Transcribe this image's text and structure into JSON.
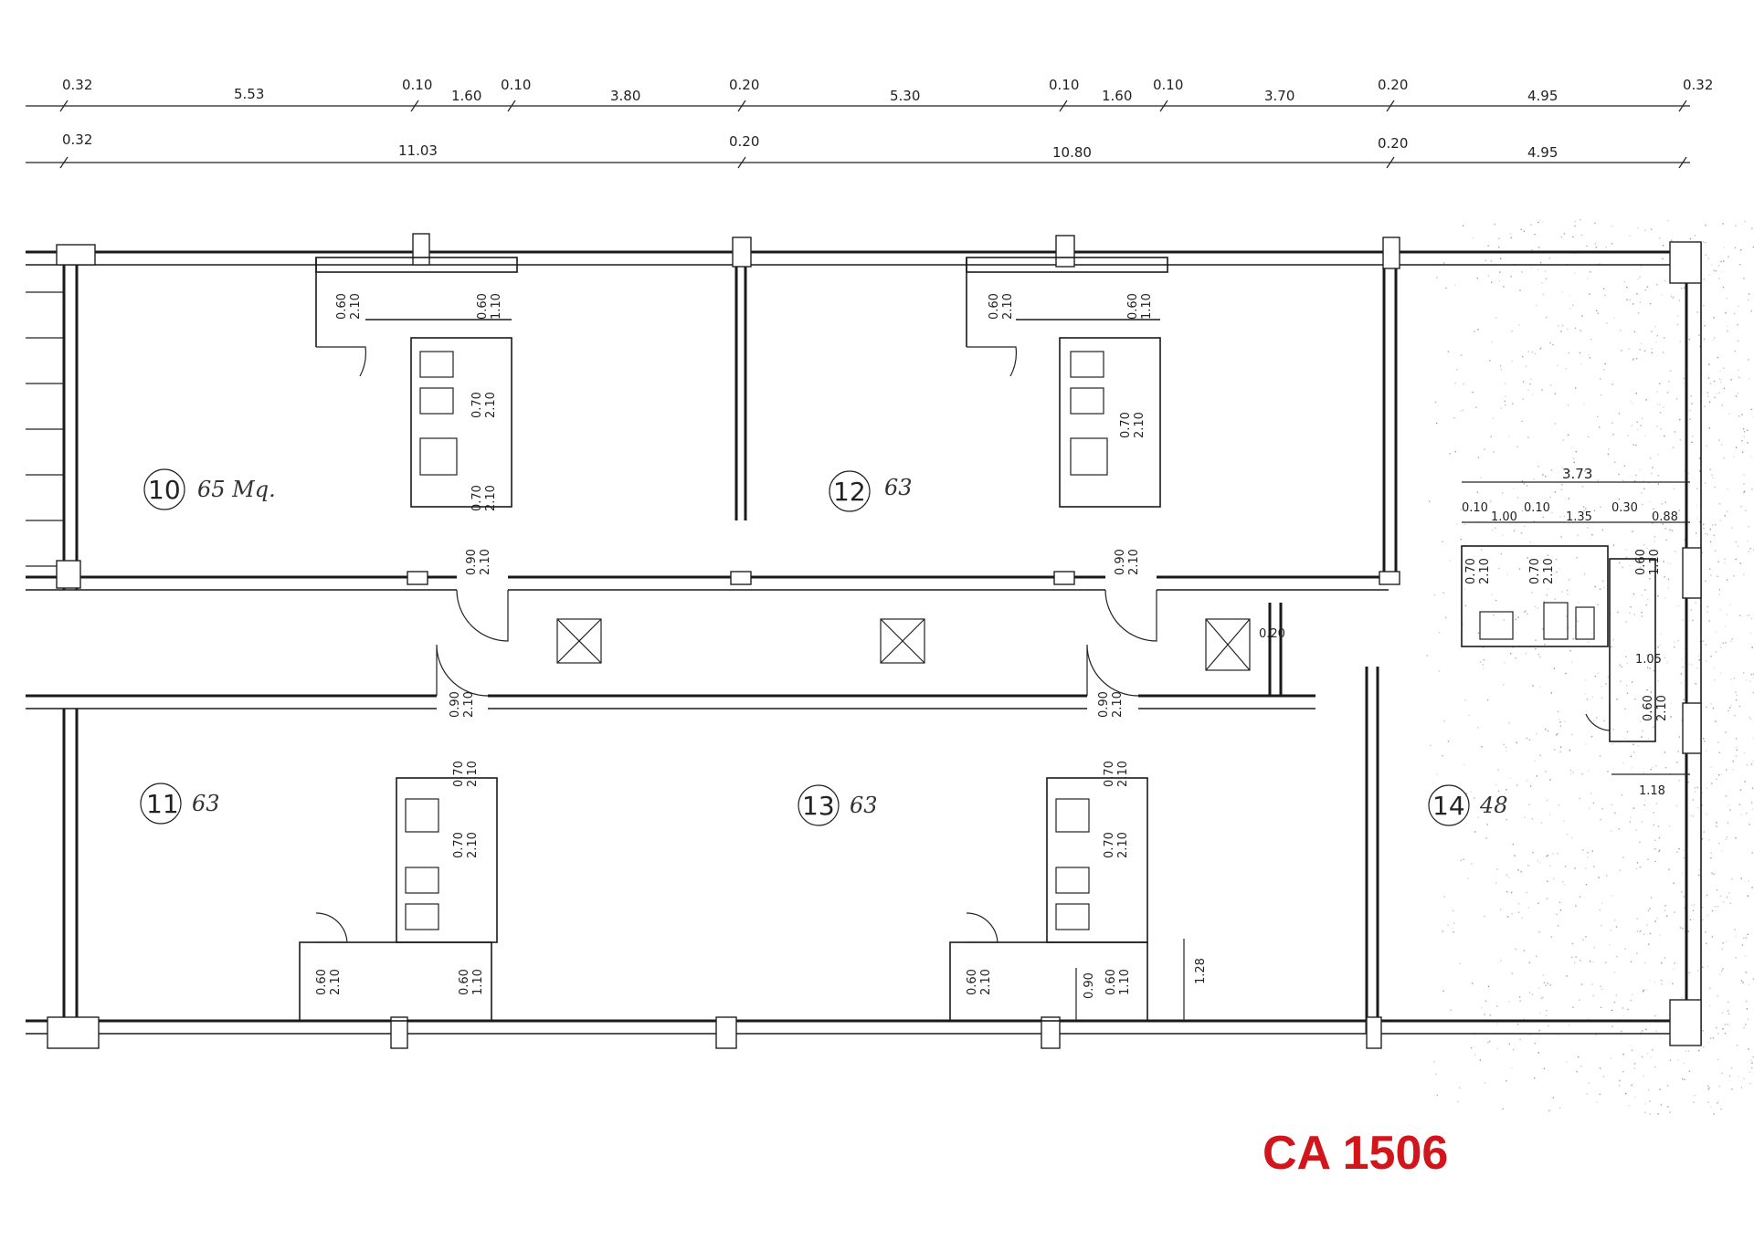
{
  "dimensions_row1": [
    "0.32",
    "5.53",
    "0.10",
    "1.60",
    "0.10",
    "3.80",
    "0.20",
    "5.30",
    "0.10",
    "1.60",
    "0.10",
    "3.70",
    "0.20",
    "4.95",
    "0.32"
  ],
  "dimensions_row2": [
    "0.32",
    "11.03",
    "0.20",
    "10.80",
    "0.20",
    "4.95"
  ],
  "rooms": [
    {
      "number": "10",
      "area": "65 Mq."
    },
    {
      "number": "12",
      "area": "63"
    },
    {
      "number": "11",
      "area": "63"
    },
    {
      "number": "13",
      "area": "63"
    },
    {
      "number": "14",
      "area": "48"
    }
  ],
  "door_labels": {
    "w060_h210": [
      "0.60",
      "2.10"
    ],
    "w060_h110": [
      "0.60",
      "1.10"
    ],
    "w070_h210": [
      "0.70",
      "2.10"
    ],
    "w090_h210": [
      "0.90",
      "2.10"
    ]
  },
  "side_dims": {
    "total": "3.73",
    "row": [
      "0.10",
      "1.00",
      "0.10",
      "1.35",
      "0.30",
      "0.88"
    ],
    "d_020": "0.20",
    "d_105": "1.05",
    "d_118": "1.18",
    "d_128": "1.28",
    "d_090": "0.90"
  },
  "stamp": "CA 1506"
}
